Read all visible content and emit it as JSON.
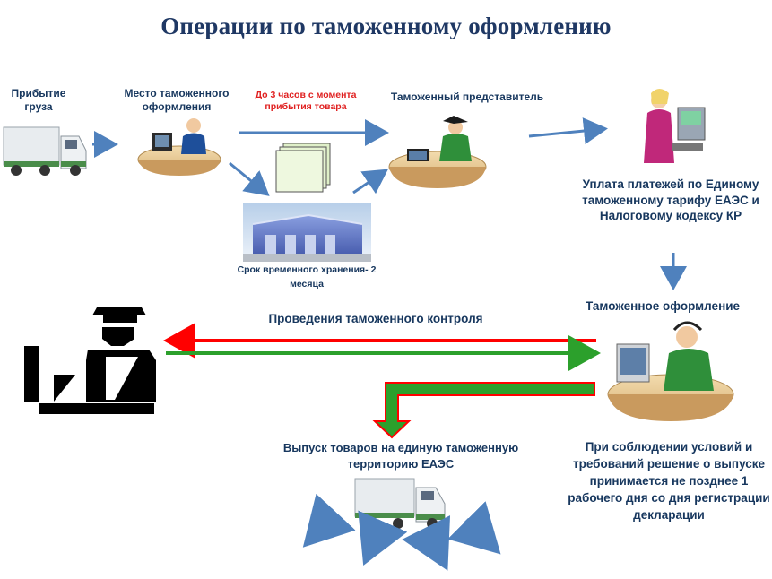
{
  "title": "Операции по таможенному оформлению",
  "labels": {
    "cargo_arrival": "Прибытие груза",
    "customs_place": "Место таможенного оформления",
    "time_limit": "До 3 часов с момента прибытия товара",
    "customs_rep": "Таможенный представитель",
    "payment": "Уплата платежей по Единому таможенному тарифу ЕАЭС и Налоговому кодексу КР",
    "storage": "Срок временного хранения- 2 месяца",
    "customs_processing": "Таможенное оформление",
    "customs_control": "Проведения таможенного контроля",
    "release": "Выпуск товаров на единую таможенную территорию ЕАЭС",
    "decision": "При соблюдении условий и требований решение о выпуске принимается не позднее 1 рабочего дня со дня регистрации декларации"
  },
  "icons": [
    "truck-icon",
    "operator-desk-icon",
    "documents-icon",
    "warehouse-icon",
    "representative-desk-icon",
    "cashier-icon",
    "customs-officer-icon",
    "call-center-operator-icon",
    "release-truck-icon"
  ],
  "colors": {
    "title": "#1f3864",
    "label": "#17375e",
    "arrow_blue": "#4f81bd",
    "arrow_red": "#ff0000",
    "arrow_green": "#2ca02c",
    "highlight": "#e02020"
  }
}
